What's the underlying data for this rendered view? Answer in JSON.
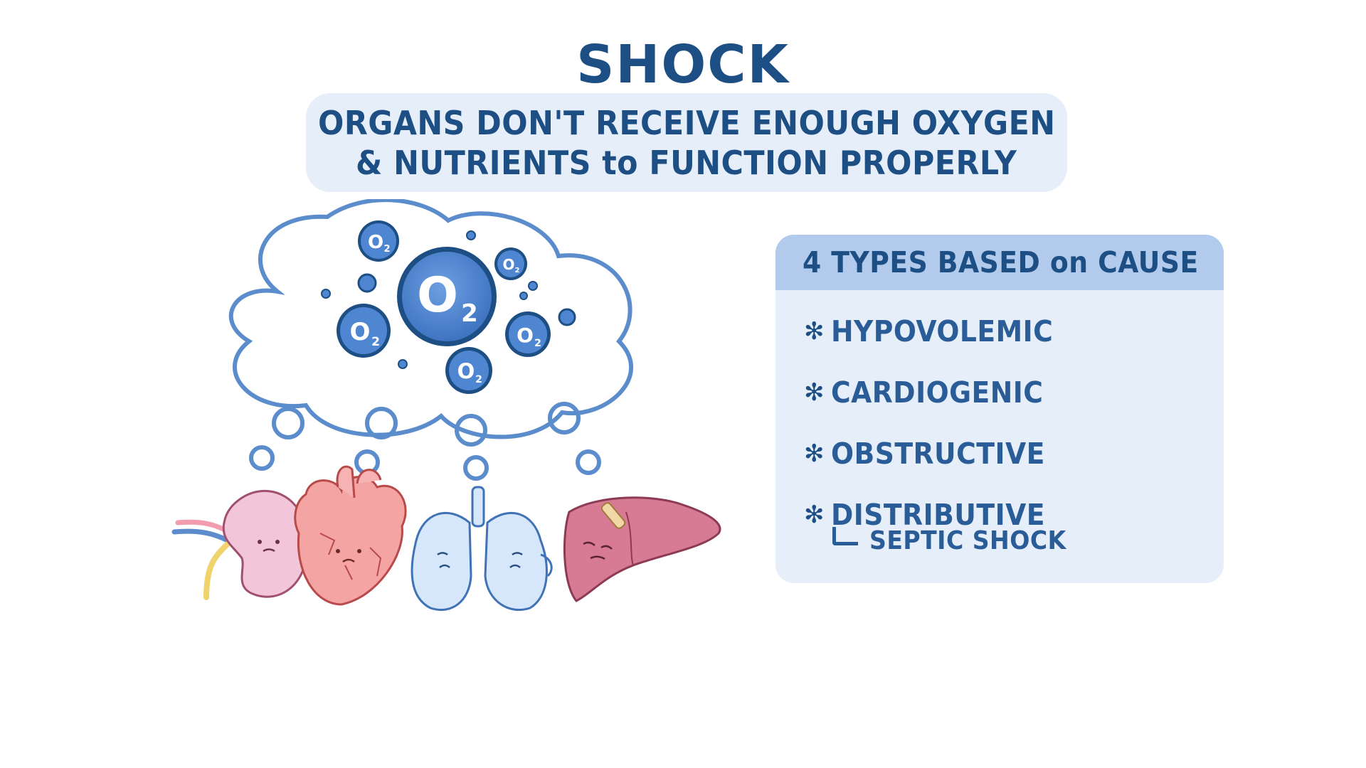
{
  "title": "SHOCK",
  "subtitle": {
    "line1": "ORGANS DON'T RECEIVE ENOUGH OXYGEN",
    "line2": "& NUTRIENTS to FUNCTION PROPERLY"
  },
  "thought_bubble": {
    "molecule_label": "O₂",
    "molecule_main": "O",
    "molecule_sub": "2"
  },
  "organs": [
    "kidney-icon",
    "heart-icon",
    "lungs-icon",
    "liver-icon"
  ],
  "types_card": {
    "header": "4 TYPES BASED on CAUSE",
    "bullet": "✻",
    "items": [
      {
        "label": "HYPOVOLEMIC"
      },
      {
        "label": "CARDIOGENIC"
      },
      {
        "label": "OBSTRUCTIVE"
      },
      {
        "label": "DISTRIBUTIVE"
      }
    ],
    "subitem": "SEPTIC SHOCK"
  },
  "colors": {
    "text_dark_blue": "#1d4f84",
    "text_blue": "#2a5d98",
    "panel_light": "#e6eef9",
    "panel_header": "#b2cbec",
    "bubble_outline": "#5b8ccc",
    "o2_fill": "#4f86d1",
    "kidney": "#f2c6d8",
    "heart": "#f5a4a4",
    "lungs": "#d6e6fb",
    "liver": "#d77a93"
  }
}
